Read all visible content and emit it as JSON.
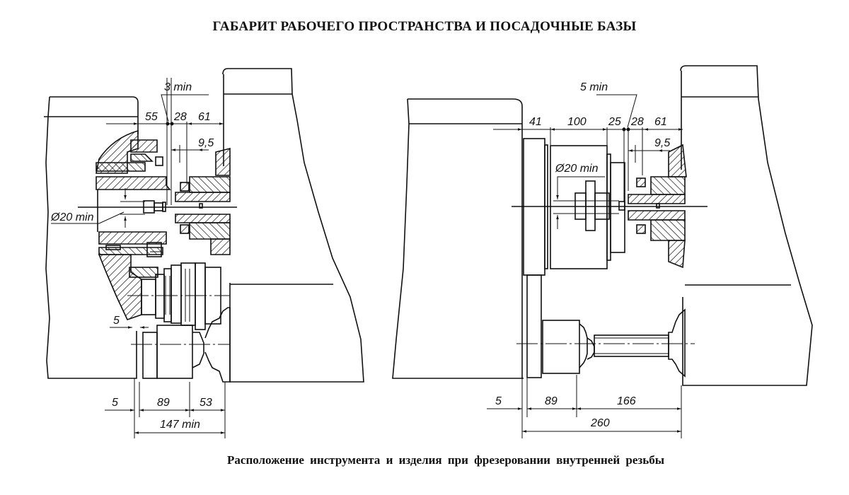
{
  "title": "ГАБАРИТ РАБОЧЕГО ПРОСТРАНСТВА И ПОСАДОЧНЫЕ БАЗЫ",
  "caption": "Расположение инструмента и изделия при фрезеровании  внутренней резьбы",
  "left_view": {
    "top_dims": {
      "d1": "55",
      "d2": "28",
      "d3": "61",
      "d4": "9,5",
      "note": "3 min"
    },
    "diameter": "Ø20 min",
    "small_gap": "5",
    "bottom_dims": {
      "d1": "5",
      "d2": "89",
      "d3": "53",
      "total": "147 min"
    }
  },
  "right_view": {
    "top_dims": {
      "d1": "41",
      "d2": "100",
      "d3": "25",
      "d4": "28",
      "d5": "61",
      "d6": "9,5",
      "note": "5 min"
    },
    "diameter": "Ø20 min",
    "bottom_dims": {
      "d1": "5",
      "d2": "89",
      "d3": "166",
      "total": "260"
    }
  }
}
